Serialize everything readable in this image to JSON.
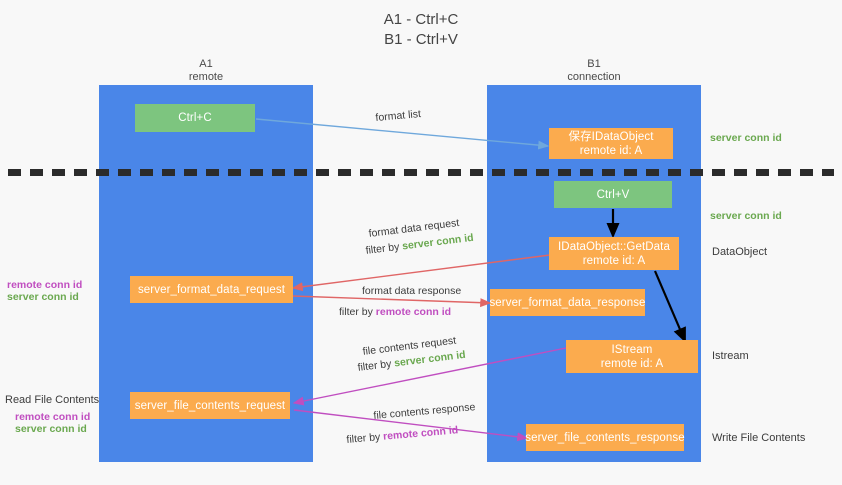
{
  "title": {
    "line1": "A1 - Ctrl+C",
    "line2": "B1 - Ctrl+V"
  },
  "columns": [
    {
      "name": "A1",
      "sub": "remote"
    },
    {
      "name": "B1",
      "sub": "connection"
    }
  ],
  "nodes": {
    "ctrl_c": "Ctrl+C",
    "save_idataobject_l1": "保存IDataObject",
    "save_idataobject_l2": "remote id: A",
    "ctrl_v": "Ctrl+V",
    "getdata_l1": "IDataObject::GetData",
    "getdata_l2": "remote id: A",
    "server_format_data_request": "server_format_data_request",
    "server_format_data_response": "server_format_data_response",
    "istream_l1": "IStream",
    "istream_l2": "remote id: A",
    "server_file_contents_request": "server_file_contents_request",
    "server_file_contents_response": "server_file_contents_response"
  },
  "edge_labels": {
    "format_list": "format list",
    "format_data_request": "format data request",
    "format_data_request_filter_prefix": "filter by ",
    "format_data_request_filter_key": "server conn id",
    "format_data_response": "format data response",
    "format_data_response_filter_prefix": "filter by ",
    "format_data_response_filter_key": "remote conn id",
    "file_contents_request": "file contents request",
    "file_contents_request_filter_prefix": "filter by ",
    "file_contents_request_filter_key": "server conn id",
    "file_contents_response": "file contents response",
    "file_contents_response_filter_prefix": "filter by ",
    "file_contents_response_filter_key": "remote conn id"
  },
  "side_labels": {
    "left_mid_remote": "remote conn id",
    "left_mid_server": "server conn id",
    "read_file_contents": "Read File Contents",
    "left_low_remote": "remote conn id",
    "left_low_server": "server conn id",
    "right_server_1": "server conn id",
    "right_server_2": "server conn id",
    "right_dataobject": "DataObject",
    "right_istream": "Istream",
    "right_write_file_contents": "Write File Contents"
  },
  "colors": {
    "lane": "#4a86e8",
    "green_node": "#7dc57f",
    "orange_node": "#fbab4e",
    "green_text": "#6aa84f",
    "purple_text": "#c04ec0",
    "arrow_blue": "#6fa8dc",
    "arrow_red": "#e06666",
    "arrow_purple": "#c04ec0",
    "arrow_black": "#000000",
    "background": "#f8f8f8"
  }
}
